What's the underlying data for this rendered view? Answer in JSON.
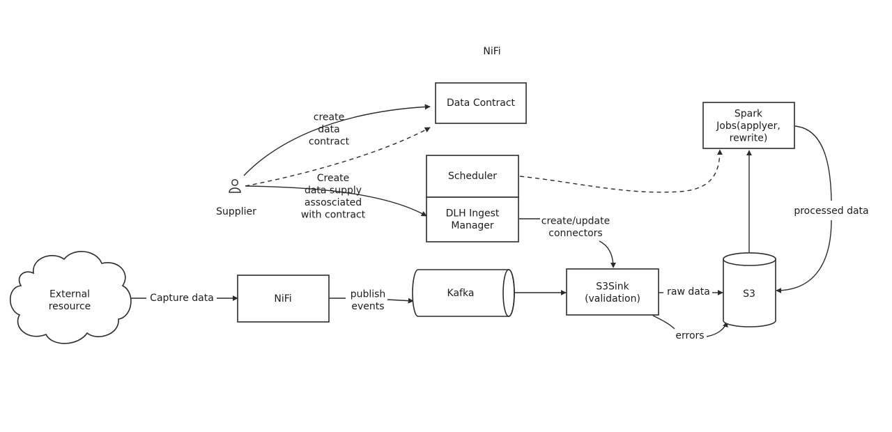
{
  "diagram": {
    "title": "NiFi",
    "nodes": {
      "data_contract": {
        "label": [
          "Data Contract"
        ]
      },
      "scheduler": {
        "label": [
          "Scheduler"
        ]
      },
      "dlh_ingest_manager": {
        "label": [
          "DLH Ingest",
          "Manager"
        ]
      },
      "spark_jobs": {
        "label": [
          "Spark",
          "Jobs(applyer,",
          "rewrite)"
        ]
      },
      "supplier": {
        "label": [
          "Supplier"
        ],
        "icon": "user-icon"
      },
      "external_resource": {
        "label": [
          "External",
          "resource"
        ],
        "shape": "cloud"
      },
      "nifi": {
        "label": [
          "NiFi"
        ]
      },
      "kafka": {
        "label": [
          "Kafka"
        ],
        "shape": "horizontal-cylinder"
      },
      "s3sink": {
        "label": [
          "S3Sink",
          "(validation)"
        ]
      },
      "s3": {
        "label": [
          "S3"
        ],
        "shape": "cylinder"
      }
    },
    "edges": {
      "create_data_contract": {
        "label": [
          "create",
          "data",
          "contract"
        ],
        "style": "solid"
      },
      "supplier_to_contract_dashed": {
        "label": [],
        "style": "dashed"
      },
      "create_data_supply": {
        "label": [
          "Create",
          "data supply",
          "assosciated",
          "with contract"
        ],
        "style": "solid"
      },
      "scheduler_to_spark": {
        "label": [],
        "style": "dashed"
      },
      "create_update_connectors": {
        "label": [
          "create/update",
          "connectors"
        ],
        "style": "solid"
      },
      "capture_data": {
        "label": [
          "Capture data"
        ],
        "style": "solid"
      },
      "publish_events": {
        "label": [
          "publish",
          "events"
        ],
        "style": "solid"
      },
      "kafka_to_s3sink": {
        "label": [],
        "style": "solid"
      },
      "raw_data": {
        "label": [
          "raw data"
        ],
        "style": "solid"
      },
      "errors": {
        "label": [
          "errors"
        ],
        "style": "solid"
      },
      "s3_to_spark": {
        "label": [],
        "style": "solid"
      },
      "processed_data": {
        "label": [
          "processed data"
        ],
        "style": "solid"
      }
    }
  }
}
